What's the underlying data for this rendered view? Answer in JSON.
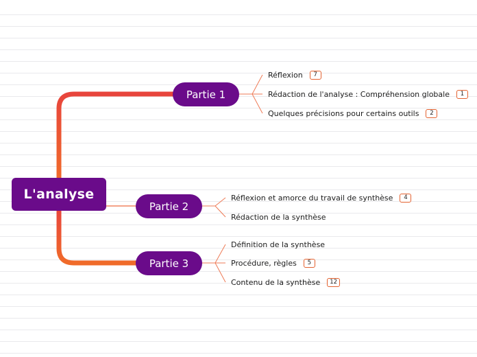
{
  "root": {
    "label": "L'analyse"
  },
  "branches": [
    {
      "label": "Partie 1",
      "children": [
        {
          "label": "Réflexion",
          "badge": "7"
        },
        {
          "label": "Rédaction de l'analyse : Compréhension globale",
          "badge": "1"
        },
        {
          "label": "Quelques précisions pour certains outils",
          "badge": "2"
        }
      ]
    },
    {
      "label": "Partie 2",
      "children": [
        {
          "label": "Réflexion et amorce du travail de synthèse",
          "badge": "4"
        },
        {
          "label": "Rédaction de la synthèse"
        }
      ]
    },
    {
      "label": "Partie 3",
      "children": [
        {
          "label": "Définition de la synthèse"
        },
        {
          "label": "Procédure, règles",
          "badge": "5"
        },
        {
          "label": "Contenu de la synthèse",
          "badge": "12"
        }
      ]
    }
  ],
  "colors": {
    "node_fill": "#6a0b8a",
    "branch_top": "#e8453c",
    "branch_bottom": "#f06b2a",
    "leaf_link": "#ee7a55"
  }
}
